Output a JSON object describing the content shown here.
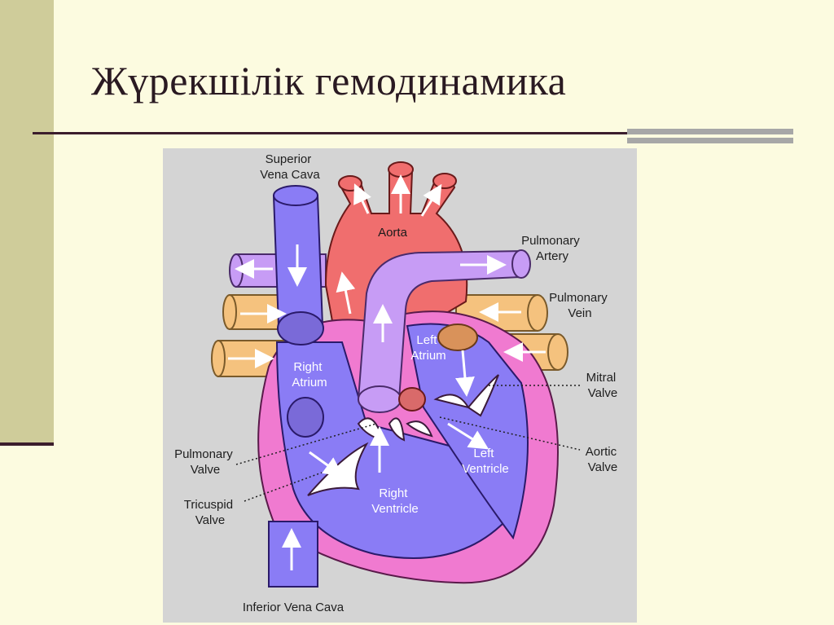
{
  "title": "Жүрекшілік гемодинамика",
  "labels": {
    "superior_vena_cava": [
      "Superior",
      "Vena Cava"
    ],
    "aorta": "Aorta",
    "pulmonary_artery": [
      "Pulmonary",
      "Artery"
    ],
    "pulmonary_vein": [
      "Pulmonary",
      "Vein"
    ],
    "left_atrium": [
      "Left",
      "Atrium"
    ],
    "right_atrium": [
      "Right",
      "Atrium"
    ],
    "mitral_valve": [
      "Mitral",
      "Valve"
    ],
    "aortic_valve": [
      "Aortic",
      "Valve"
    ],
    "pulmonary_valve": [
      "Pulmonary",
      "Valve"
    ],
    "tricuspid_valve": [
      "Tricuspid",
      "Valve"
    ],
    "left_ventricle": [
      "Left",
      "Ventricle"
    ],
    "right_ventricle": [
      "Right",
      "Ventricle"
    ],
    "inferior_vena_cava": "Inferior Vena Cava"
  },
  "colors": {
    "background": "#fcfbe0",
    "diagram_bg": "#d4d4d4",
    "deoxygenated": "#8a7cf5",
    "oxygenated": "#f06e6e",
    "pulmonary_artery": "#c79cf5",
    "pulmonary_vein": "#f5c27e",
    "muscle": "#f07ad0"
  }
}
